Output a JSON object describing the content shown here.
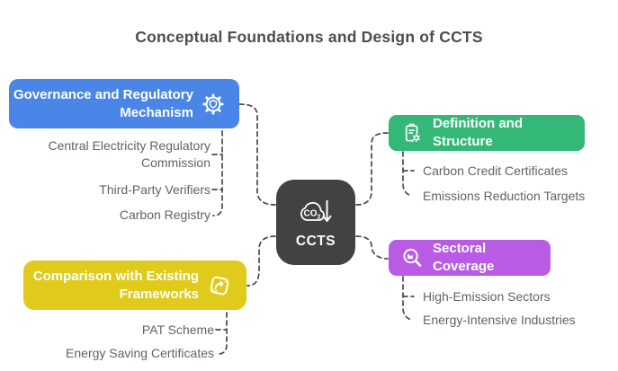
{
  "title": "Conceptual Foundations and Design of CCTS",
  "center": {
    "label": "CCTS",
    "icon": "co2-reduction-icon",
    "color": "#424242"
  },
  "branches": [
    {
      "label": "Governance and Regulatory Mechanism",
      "icon": "gear-shield-icon",
      "color": "#4a86e8",
      "items": [
        "Central Electricity Regulatory Commission",
        "Third-Party Verifiers",
        "Carbon Registry"
      ]
    },
    {
      "label": "Definition and Structure",
      "icon": "clipboard-gear-icon",
      "color": "#33b878",
      "items": [
        "Carbon Credit Certificates",
        "Emissions Reduction Targets"
      ]
    },
    {
      "label": "Comparison with Existing Frameworks",
      "icon": "stamp-arrow-icon",
      "color": "#e0ca1c",
      "items": [
        "PAT Scheme",
        "Energy Saving Certificates"
      ]
    },
    {
      "label": "Sectoral Coverage",
      "icon": "magnifier-factory-icon",
      "color": "#ba5be6",
      "items": [
        "High-Emission Sectors",
        "Energy-Intensive Industries"
      ]
    }
  ],
  "connector_color": "#4a4a4a"
}
